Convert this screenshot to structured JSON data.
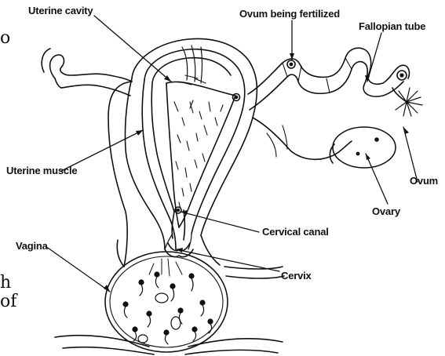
{
  "labels": {
    "uterine_cavity": "Uterine cavity",
    "ovum_being_fertilized": "Ovum being fertilized",
    "fallopian_tube": "Fallopian tube",
    "uterine_muscle": "Uterine muscle",
    "ovum": "Ovum",
    "ovary": "Ovary",
    "cervical_canal": "Cervical canal",
    "vagina": "Vagina",
    "cervix": "Cervix"
  },
  "cropped_text": {
    "top": "o",
    "bottom_line1": "h",
    "bottom_line2": "of"
  },
  "colors": {
    "ink": "#111111",
    "background": "#ffffff"
  }
}
